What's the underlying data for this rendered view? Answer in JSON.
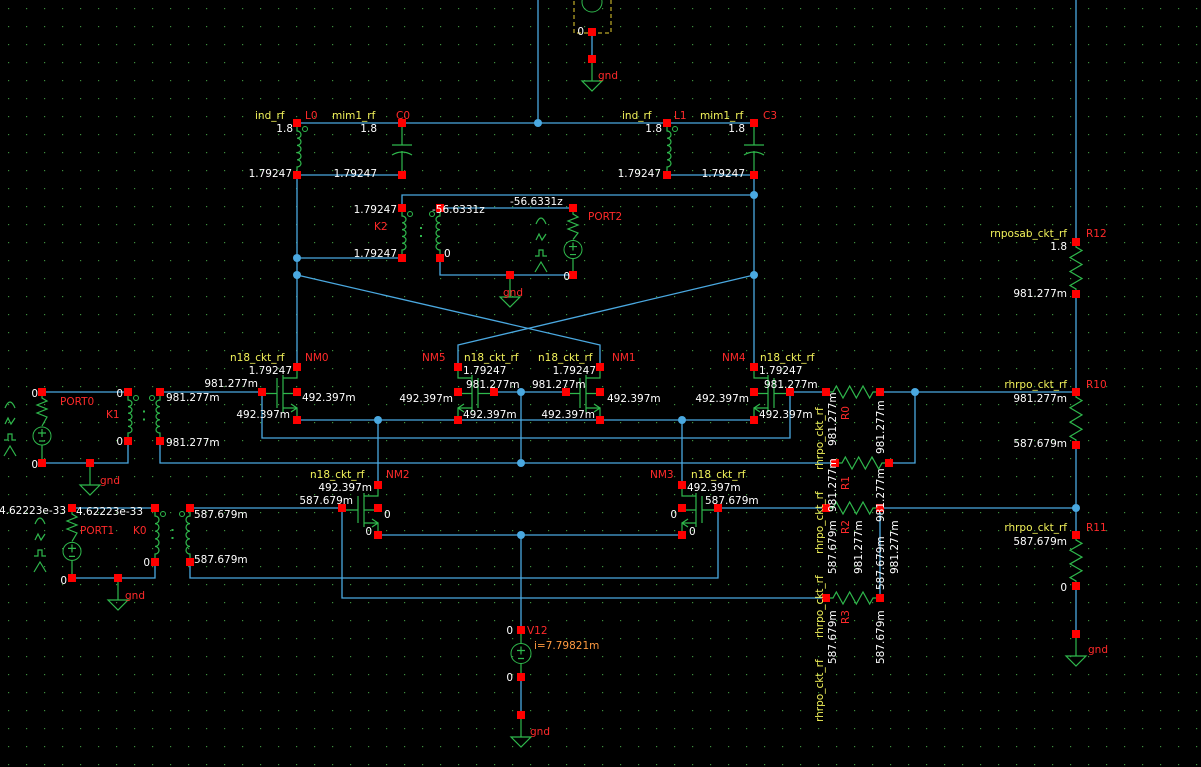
{
  "colors": {
    "background": "#000000",
    "wire": "#4aa8e0",
    "pin": "#ff0000",
    "device": "#2fb84c",
    "model_label": "#f2f25a",
    "instance_label": "#ff2a2a",
    "net_value": "#ffffff",
    "current": "#ff9a40",
    "grid": "#3c8c3c"
  },
  "top": {
    "value": "0",
    "gnd": "gnd"
  },
  "L0": {
    "model": "ind_rf",
    "name": "L0",
    "v_top": "1.8",
    "v_bot": "1.79247"
  },
  "C0": {
    "model": "mim1_rf",
    "name": "C0",
    "v_top": "1.8",
    "v_bot": "1.79247"
  },
  "L1": {
    "model": "ind_rf",
    "name": "L1",
    "v_top": "1.8",
    "v_bot": "1.79247"
  },
  "C3": {
    "model": "mim1_rf",
    "name": "C3",
    "v_top": "1.8",
    "v_bot": "1.79247"
  },
  "K2": {
    "name": "K2",
    "v_tl": "1.79247",
    "v_bl": "1.79247",
    "v_tr": "-56.6331z",
    "v_br": "0"
  },
  "PORT2": {
    "name": "PORT2",
    "v_top": "-56.6331z",
    "v_bot": "0",
    "gnd": "gnd"
  },
  "NM0": {
    "model": "n18_ckt_rf",
    "name": "NM0",
    "drain": "1.79247",
    "gate": "981.277m",
    "body": "492.397m",
    "source": "492.397m"
  },
  "NM5": {
    "model": "n18_ckt_rf",
    "name": "NM5",
    "drain": "1.79247",
    "gate": "981.277m",
    "body": "492.397m",
    "source": "492.397m"
  },
  "NM1": {
    "model": "n18_ckt_rf",
    "name": "NM1",
    "drain": "1.79247",
    "gate": "981.277m",
    "body": "492.397m",
    "source": "492.397m"
  },
  "NM4": {
    "model": "n18_ckt_rf",
    "name": "NM4",
    "drain": "1.79247",
    "gate": "981.277m",
    "body": "492.397m",
    "source": "492.397m"
  },
  "NM2": {
    "model": "n18_ckt_rf",
    "name": "NM2",
    "drain": "492.397m",
    "gate": "587.679m",
    "body": "0",
    "source": "0"
  },
  "NM3": {
    "model": "n18_ckt_rf",
    "name": "NM3",
    "drain": "492.397m",
    "gate": "587.679m",
    "body": "0",
    "source": "0"
  },
  "PORT0": {
    "name": "PORT0",
    "v_top": "0",
    "v_bot": "0"
  },
  "K1": {
    "name": "K1",
    "v_tl": "0",
    "v_bl": "0",
    "v_tr": "981.277m",
    "v_br": "981.277m",
    "gnd": "gnd"
  },
  "PORT1": {
    "name": "PORT1",
    "v_top": "4.62223e-33",
    "v_bot": "0"
  },
  "K0": {
    "name": "K0",
    "v_tl": "4.62223e-33",
    "v_bl": "0",
    "v_tr": "587.679m",
    "v_br": "587.679m",
    "gnd": "gnd"
  },
  "R0": {
    "model": "rhrpo_ckt_rf",
    "name": "R0",
    "v_l": "981.277m",
    "v_r": "981.277m"
  },
  "R1": {
    "model": "rhrpo_ckt_rf",
    "name": "R1",
    "v_l": "981.277m",
    "v_r": "981.277m"
  },
  "R2": {
    "model": "rhrpo_ckt_rf",
    "name": "R2",
    "v_l": "587.679m",
    "v_r": "587.679m",
    "v_l2": "981.277m",
    "v_r2": "981.277m"
  },
  "R3": {
    "model": "rhrpo_ckt_rf",
    "name": "R3",
    "v_l": "587.679m",
    "v_r": "587.679m"
  },
  "R12": {
    "model": "rnposab_ckt_rf",
    "name": "R12",
    "v_top": "1.8",
    "v_bot": "981.277m"
  },
  "R10": {
    "model": "rhrpo_ckt_rf",
    "name": "R10",
    "v_top": "981.277m",
    "v_bot": "587.679m"
  },
  "R11": {
    "model": "rhrpo_ckt_rf",
    "name": "R11",
    "v_top": "587.679m",
    "v_bot": "0",
    "gnd": "gnd"
  },
  "V12": {
    "name": "V12",
    "current": "i=7.79821m",
    "v_top": "0",
    "v_bot": "0",
    "gnd": "gnd"
  }
}
